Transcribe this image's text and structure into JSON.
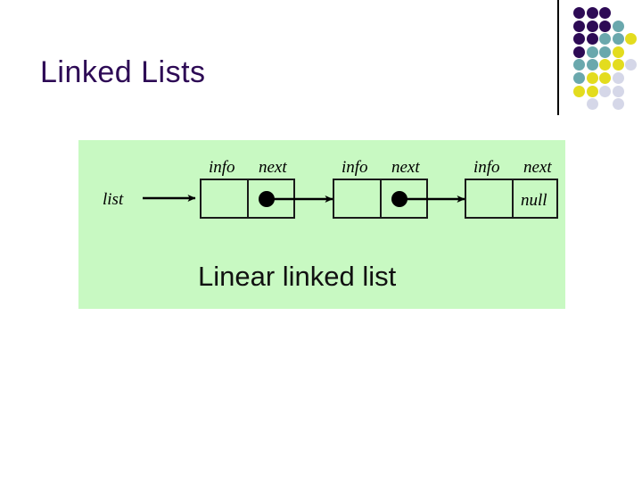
{
  "slide": {
    "title": "Linked Lists",
    "title_color": "#2d0a55",
    "background": "#ffffff"
  },
  "decoration": {
    "divider": {
      "name": "vertical-rule",
      "color": "#000000"
    },
    "dot_grid": {
      "colors": {
        "purple": "#2d0a55",
        "teal": "#6aa8ad",
        "yellow": "#e3dc1e",
        "lavender": "#d5d7e8"
      },
      "columns": 5,
      "rows": 9,
      "cells": [
        [
          "purple",
          "purple",
          "purple",
          "",
          ""
        ],
        [
          "purple",
          "purple",
          "purple",
          "teal",
          ""
        ],
        [
          "purple",
          "purple",
          "teal",
          "teal",
          "yellow"
        ],
        [
          "purple",
          "teal",
          "teal",
          "yellow",
          ""
        ],
        [
          "teal",
          "teal",
          "yellow",
          "yellow",
          "lavender"
        ],
        [
          "teal",
          "yellow",
          "yellow",
          "lavender",
          ""
        ],
        [
          "yellow",
          "yellow",
          "lavender",
          "lavender",
          ""
        ],
        [
          "",
          "lavender",
          "",
          "lavender",
          ""
        ]
      ]
    }
  },
  "figure": {
    "background": "#c8f9c2",
    "caption": "Linear linked list",
    "pointer_label": "list",
    "nodes": [
      {
        "info_label": "info",
        "next_label": "next",
        "next_value": "",
        "has_pointer_dot": true
      },
      {
        "info_label": "info",
        "next_label": "next",
        "next_value": "",
        "has_pointer_dot": true
      },
      {
        "info_label": "info",
        "next_label": "next",
        "next_value": "null",
        "has_pointer_dot": false
      }
    ]
  }
}
